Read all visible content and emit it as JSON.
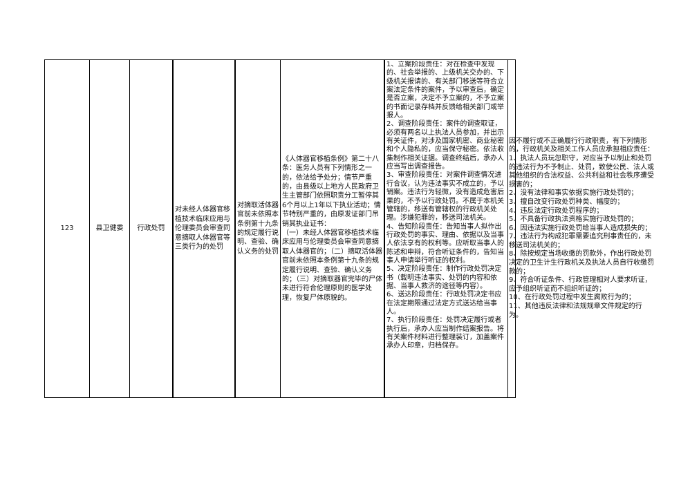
{
  "row": {
    "number": "123",
    "department": "县卫健委",
    "category": "行政处罚",
    "item_name": "对未经人体器官移植技术临床应用与伦理委员会审查同意摘取人体器官等三类行为的处罚",
    "sub_item": "对摘取活体器官前未依照本条例第十九条的规定履行说明、查验、确认义务的处罚",
    "legal_basis": "《人体器官移植条例》第二十八条：医务人员有下列情形之一的，依法给予处分；情节严重的，由县级以上地方人民政府卫生主管部门依照职责分工暂停其6个月以上1年以下执业活动；情节特别严重的，由原发证部门吊销其执业证书：\n（一）未经人体器官移植技术临床应用与伦理委员会审查同意摘取人体器官的；（二）摘取活体器官前未依照本条例第十九条的规定履行说明、查验、确认义务的；（三）对摘取器官完毕的尸体未进行符合伦理原则的医学处理，恢复尸体原貌的。",
    "responsibility": "1、立案阶段责任：对在检查中发现的、社会举报的、上级机关交办的、下级机关报请的、有关部门移送等符合立案法定条件的案件，予以审查后，确定是否立案，决定不予立案的，不予立案的书面记录存档并反馈给相关部门或举报人。\n2、调查阶段责任：案件的调查取证，必须有两名以上执法人员参加，并出示有关证件，对涉及国家机密、商业秘密和个人隐私的，应当保守秘密。依法收集制作相关证据。调查终结后，承办人应当写出调查报告。\n3、审查阶段责任：对案件调查情况进行合议，认为违法事实不成立的，予以销案。违法行为轻微，没有造成危害后果的，不予以行政处罚。不属于本机关管辖的，移送有管辖权的行政机关处理。涉嫌犯罪的，移送司法机关。\n4、告知阶段责任：告知当事人拟作出行政处罚的事实、理由、依据以及当事人依法享有的权利等。应听取当事人的陈述和申辩，符合听证条件的，告知当事人申请举行听证的权利。\n5、决定阶段责任：制作行政处罚决定书（载明违法事实、处罚的内容和依据、当事人救济的途径等内容）。\n6、送达阶段责任：行政处罚决定书应在法定期限通过法定方式送达给当事人。\n7、执行阶段责任：处罚决定履行或者执行后，承办人应当制作结案报告。将有关案件材料进行整理装订，加盖案件承办人印章，归档保存。",
    "accountability": "因不履行或不正确履行行政职责，有下列情形的，行政机关及相关工作人员应承担相应责任：\n1、执法人员玩忽职守，对应当予以制止和处罚的违法行为不予制止、处罚，致使公民、法人或其他组织的合法权益、公共利益和社会秩序遭受损害的；\n2、没有法律和事实依据实施行政处罚的；\n3、擅自改变行政处罚种类、幅度的；\n4、违反法定行政处罚程序的；\n5、不具备行政执法资格实施行政处罚的；\n6、因违法实施行政处罚给当事人造成损失的；\n7、违法行为构成犯罪需要追究刑事责任的，未移送司法机关的；\n8、除按规定当场收缴的罚款外，作出行政处罚决定的卫生计生行政机关及执法人员自行收缴罚款的；\n9、符合听证条件、行政管理相对人要求听证，应予组织听证而不组织听证的；\n10、在行政处罚过程中发生腐败行为的；\n11、其他违反法律和法规规章文件规定的行为。"
  }
}
